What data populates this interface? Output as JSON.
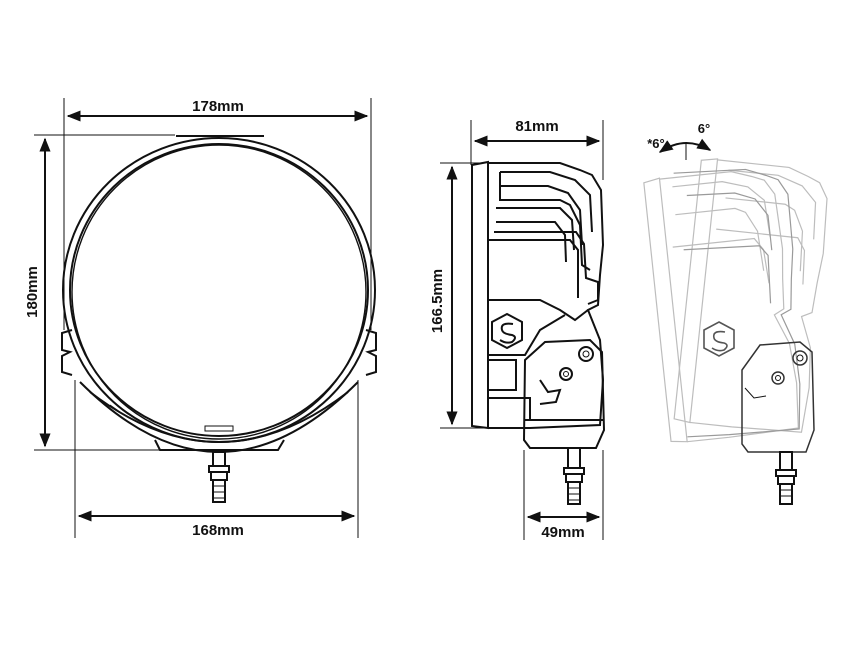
{
  "front_view": {
    "width_top_label": "178mm",
    "height_label": "180mm",
    "width_bottom_label": "168mm"
  },
  "side_view": {
    "depth_label": "81mm",
    "height_label": "166.5mm",
    "bracket_label": "49mm"
  },
  "tilt_view": {
    "tilt_back_label": "*6°",
    "tilt_forward_label": "6°"
  },
  "colors": {
    "line": "#111111",
    "ghost_light": "#bdbdbd",
    "ghost_dark": "#9a9a9a",
    "background": "#ffffff"
  }
}
